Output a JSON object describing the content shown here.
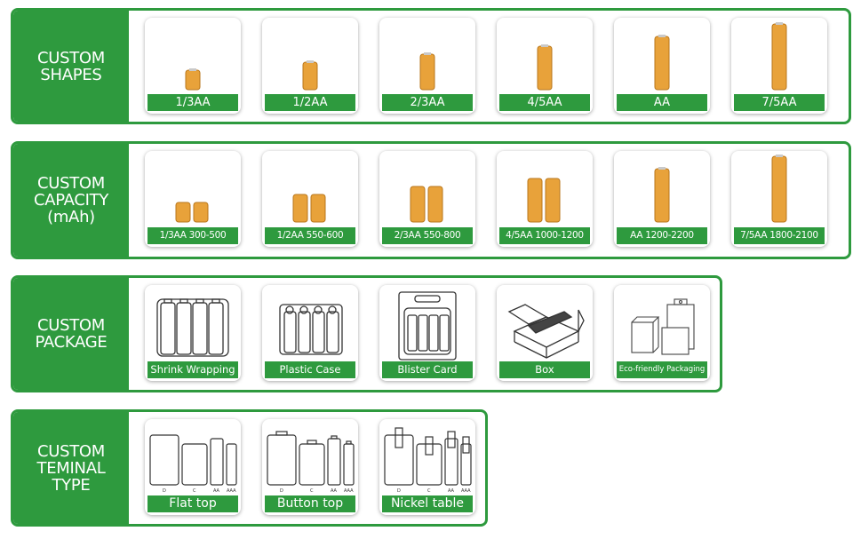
{
  "colors": {
    "brand_green": "#2e9a3e",
    "battery_orange": "#e8a23a"
  },
  "sections": {
    "shapes": {
      "title": "CUSTOM\nSHAPES",
      "items": [
        "1/3AA",
        "1/2AA",
        "2/3AA",
        "4/5AA",
        "AA",
        "7/5AA"
      ]
    },
    "capacity": {
      "title": "CUSTOM\nCAPACITY\n(mAh)",
      "items": [
        "1/3AA  300-500",
        "1/2AA  550-600",
        "2/3AA  550-800",
        "4/5AA  1000-1200",
        "AA  1200-2200",
        "7/5AA  1800-2100"
      ]
    },
    "package": {
      "title": "CUSTOM\nPACKAGE",
      "items": [
        "Shrink Wrapping",
        "Plastic Case",
        "Blister Card",
        "Box",
        "Eco-friendly Packaging"
      ]
    },
    "terminal": {
      "title": "CUSTOM\nTEMINAL\nTYPE",
      "items": [
        "Flat top",
        "Button top",
        "Nickel table"
      ],
      "size_labels": [
        "D",
        "C",
        "AA",
        "AAA"
      ]
    }
  }
}
